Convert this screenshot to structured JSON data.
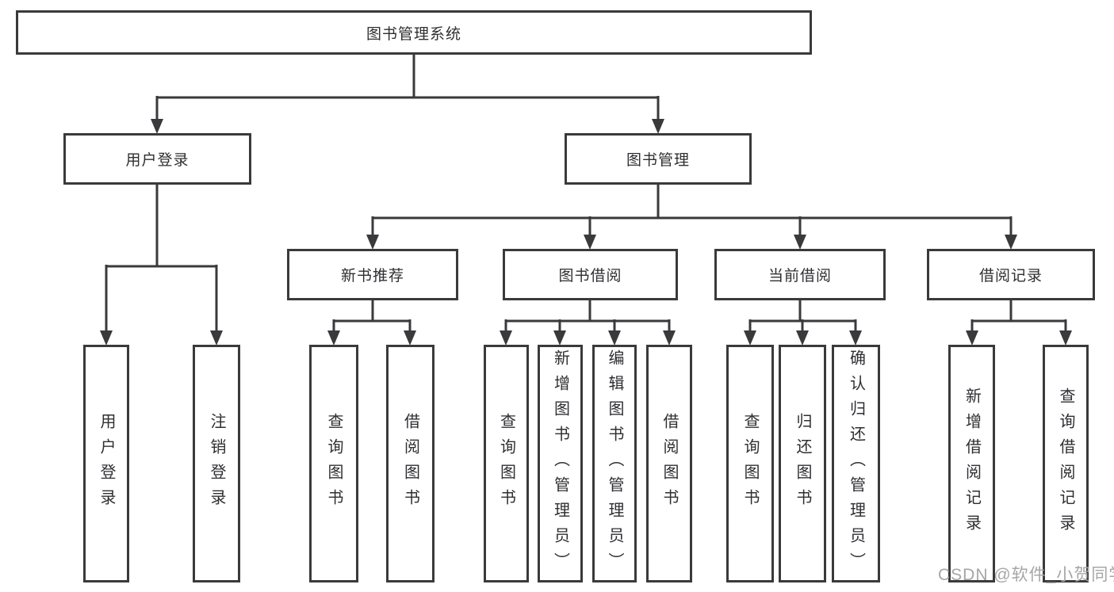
{
  "diagram": {
    "root": "图书管理系统",
    "level2": {
      "user_login": "用户登录",
      "book_management": "图书管理"
    },
    "level3": {
      "new_book_recommend": "新书推荐",
      "book_borrow": "图书借阅",
      "current_borrow": "当前借阅",
      "borrow_records": "借阅记录"
    },
    "leaves": {
      "user_login": [
        "用户登录",
        "注销登录"
      ],
      "new_book_recommend": [
        "查询图书",
        "借阅图书"
      ],
      "book_borrow": [
        "查询图书",
        "新增图书（管理员）",
        "编辑图书（管理员）",
        "借阅图书"
      ],
      "current_borrow": [
        "查询图书",
        "归还图书",
        "确认归还（管理员）"
      ],
      "borrow_records": [
        "新增借阅记录",
        "查询借阅记录"
      ]
    }
  },
  "watermark": "CSDN @软件_小贺同学",
  "colors": {
    "line": "#3a3a3c",
    "text": "#2f2f33",
    "background": "#ffffff",
    "watermark": "#a6a6a6"
  }
}
